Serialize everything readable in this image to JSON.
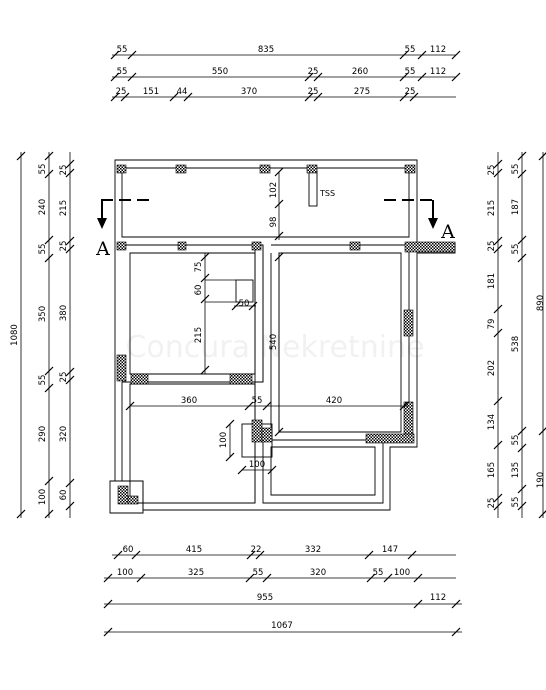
{
  "section_marker": {
    "label": "A"
  },
  "room_label": "TSS",
  "watermark": "Concura Nekretnine",
  "dims_top": {
    "row1": [
      "55",
      "835",
      "55",
      "112"
    ],
    "row2": [
      "55",
      "550",
      "25",
      "260",
      "55",
      "112"
    ],
    "row3": [
      "25",
      "151",
      "44",
      "370",
      "25",
      "275",
      "25"
    ]
  },
  "dims_bottom": {
    "row1": [
      "60",
      "415",
      "22",
      "332",
      "147"
    ],
    "row2": [
      "100",
      "325",
      "55",
      "320",
      "55",
      "100"
    ],
    "row3": [
      "955",
      "112"
    ],
    "row4": [
      "1067"
    ]
  },
  "dims_left": {
    "total": "1080",
    "outer": [
      "55",
      "240",
      "55",
      "350",
      "55",
      "290",
      "100"
    ],
    "inner": [
      "25",
      "215",
      "25",
      "380",
      "25",
      "320",
      "60"
    ]
  },
  "dims_right": {
    "total": "890",
    "inner": [
      "25",
      "215",
      "25",
      "181",
      "79",
      "202",
      "134",
      "165",
      "25"
    ],
    "outer": [
      "55",
      "187",
      "55",
      "538",
      "55",
      "135",
      "55",
      "190"
    ]
  },
  "dims_interior": {
    "d102": "102",
    "d98": "98",
    "d75": "75",
    "d60": "60",
    "d50": "50",
    "d215": "215",
    "d540": "540",
    "d360": "360",
    "d55": "55",
    "d420": "420",
    "d100v": "100",
    "d100h": "100"
  }
}
